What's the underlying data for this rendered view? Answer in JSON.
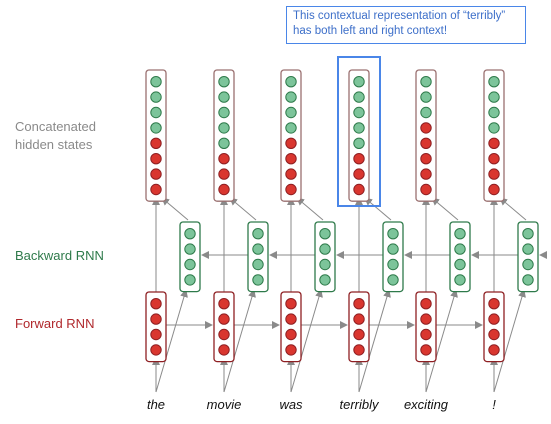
{
  "labels": {
    "concatenated": "Concatenated\nhidden states",
    "backward": "Backward RNN",
    "forward": "Forward RNN"
  },
  "callout": "This contextual representation of “terribly”\nhas both left and right context!",
  "words": [
    "the",
    "movie",
    "was",
    "terribly",
    "exciting",
    "!"
  ],
  "colors": {
    "green_fill": "#7cc49a",
    "green_stroke": "#2e7a4a",
    "red_fill": "#d9362f",
    "red_stroke": "#8e1f22",
    "callout_blue": "#4a86e8"
  }
}
